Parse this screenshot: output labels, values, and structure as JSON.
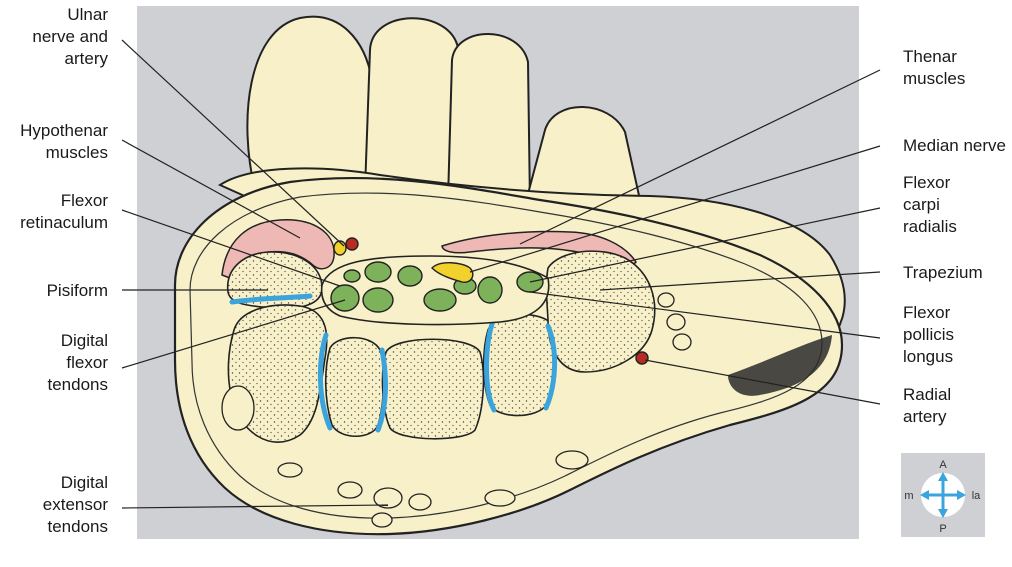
{
  "labels_left": [
    {
      "id": "ulnar",
      "text": "Ulnar\nnerve and\nartery"
    },
    {
      "id": "hypothenar",
      "text": "Hypothenar\nmuscles"
    },
    {
      "id": "flexor-retinaculum",
      "text": "Flexor\nretinaculum"
    },
    {
      "id": "pisiform",
      "text": "Pisiform"
    },
    {
      "id": "digital-flexor",
      "text": "Digital\nflexor\ntendons"
    },
    {
      "id": "digital-extensor",
      "text": "Digital\nextensor\ntendons"
    }
  ],
  "labels_right": [
    {
      "id": "thenar",
      "text": "Thenar\nmuscles"
    },
    {
      "id": "median",
      "text": "Median nerve"
    },
    {
      "id": "fcr",
      "text": "Flexor\ncarpi\nradialis"
    },
    {
      "id": "trapezium",
      "text": "Trapezium"
    },
    {
      "id": "fpl",
      "text": "Flexor\npollicis\nlongus"
    },
    {
      "id": "radial",
      "text": "Radial\nartery"
    }
  ],
  "compass": {
    "top": "A",
    "bottom": "P",
    "left": "m",
    "right": "la"
  },
  "colors": {
    "panel": "#cfd0d4",
    "skin": "#f7f0c8",
    "muscle": "#eeb9b4",
    "tendon": "#7db25a",
    "synovial": "#3ba4dc",
    "nerve": "#f2d12c",
    "artery": "#b82a22"
  }
}
